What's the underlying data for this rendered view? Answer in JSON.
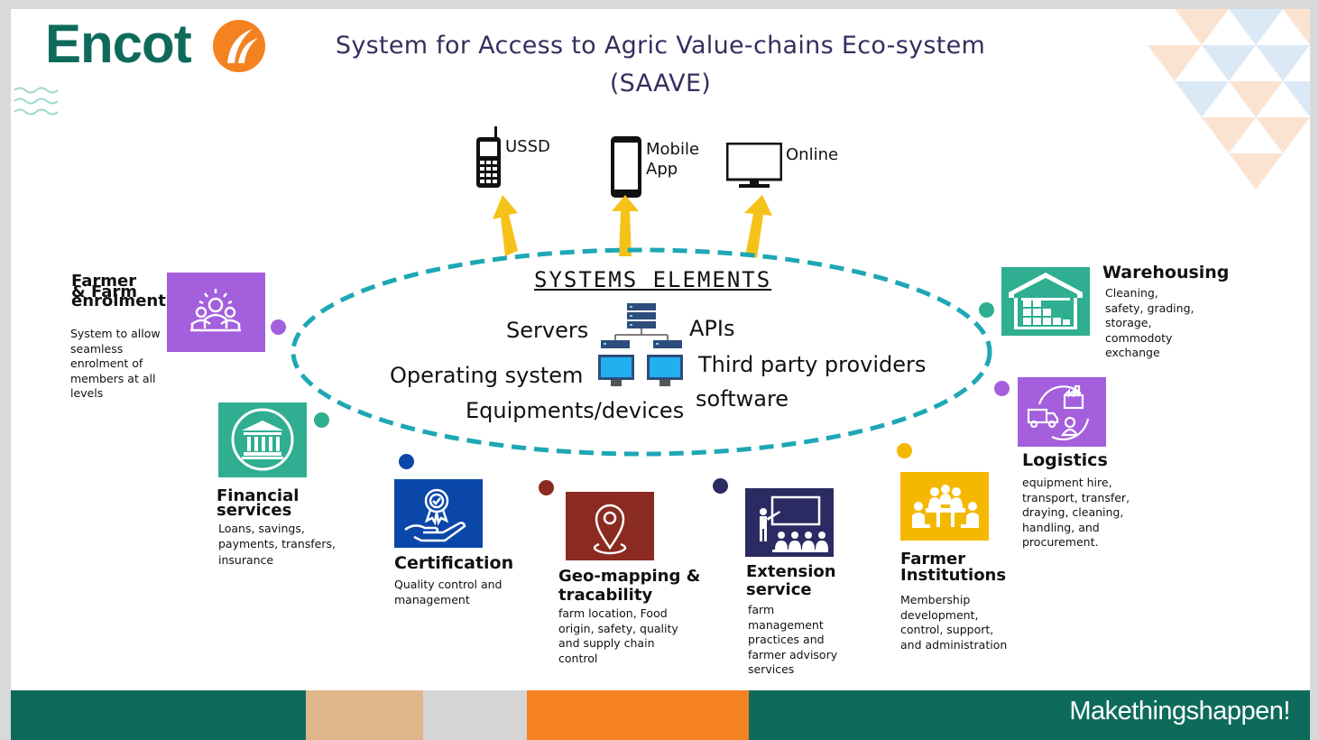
{
  "title": {
    "line1": "System for Access to Agric Value-chains Eco-system",
    "line2": "(SAAVE)"
  },
  "logo": {
    "text": "Encot"
  },
  "channels": [
    {
      "label_1": "USSD",
      "label_2": "",
      "icon": "feature-phone-icon"
    },
    {
      "label_1": "Mobile",
      "label_2": "App",
      "icon": "smartphone-icon"
    },
    {
      "label_1": "Online",
      "label_2": "",
      "icon": "monitor-icon"
    }
  ],
  "system_elements": {
    "heading": "SYSTEMS ELEMENTS",
    "servers": "Servers",
    "apis": "APIs",
    "operating_system": "Operating system",
    "third_party": "Third party providers",
    "software": "software",
    "equipments": "Equipments/devices"
  },
  "modules": {
    "farmer_enrolment": {
      "line1": "Farmer",
      "line2": "& Farm",
      "line3": "enrolment",
      "desc": [
        "System to allow",
        "seamless",
        "enrolment of",
        "members at all",
        "levels"
      ],
      "color": "#a35fdc",
      "icon": "people-group-icon"
    },
    "financial": {
      "line1": "Financial",
      "line2": "services",
      "desc": [
        "Loans, savings,",
        "payments, transfers,",
        "insurance"
      ],
      "color": "#2fae91",
      "icon": "bank-icon"
    },
    "certification": {
      "line1": "Certification",
      "desc": [
        "Quality control and",
        "management"
      ],
      "color": "#0a47a8",
      "icon": "award-hand-icon"
    },
    "geo_mapping": {
      "line1": "Geo-mapping &",
      "line2": "tracability",
      "desc": [
        "farm location, Food",
        "origin, safety, quality",
        "and supply chain",
        "control"
      ],
      "color": "#8a2a21",
      "icon": "map-pin-icon"
    },
    "extension": {
      "line1": "Extension",
      "line2": "service",
      "desc": [
        "farm",
        "management",
        "practices and",
        "farmer advisory",
        "services"
      ],
      "color": "#2b2a63",
      "icon": "teacher-class-icon"
    },
    "farmer_institutions": {
      "line1": "Farmer",
      "line2": "Institutions",
      "desc": [
        "Membership",
        "development,",
        "control, support,",
        "and administration"
      ],
      "color": "#f5b800",
      "icon": "meeting-table-icon"
    },
    "logistics": {
      "line1": "Logistics",
      "desc": [
        "equipment hire,",
        "transport, transfer,",
        "draying, cleaning,",
        "handling, and",
        "procurement."
      ],
      "color": "#a35fdc",
      "icon": "truck-factory-icon"
    },
    "warehousing": {
      "line1": "Warehousing",
      "desc": [
        "Cleaning,",
        "safety, grading,",
        "storage,",
        "commodoty",
        "exchange"
      ],
      "color": "#2fae91",
      "icon": "warehouse-icon"
    }
  },
  "footer": {
    "tagline": "Makethingshappen!"
  },
  "colors": {
    "teal": "#0e6b5b",
    "orange": "#f58220",
    "tan": "#dfb68a",
    "grey": "#d5d5d5",
    "ellipse": "#1ea7b5",
    "arrow": "#f5c21a"
  }
}
